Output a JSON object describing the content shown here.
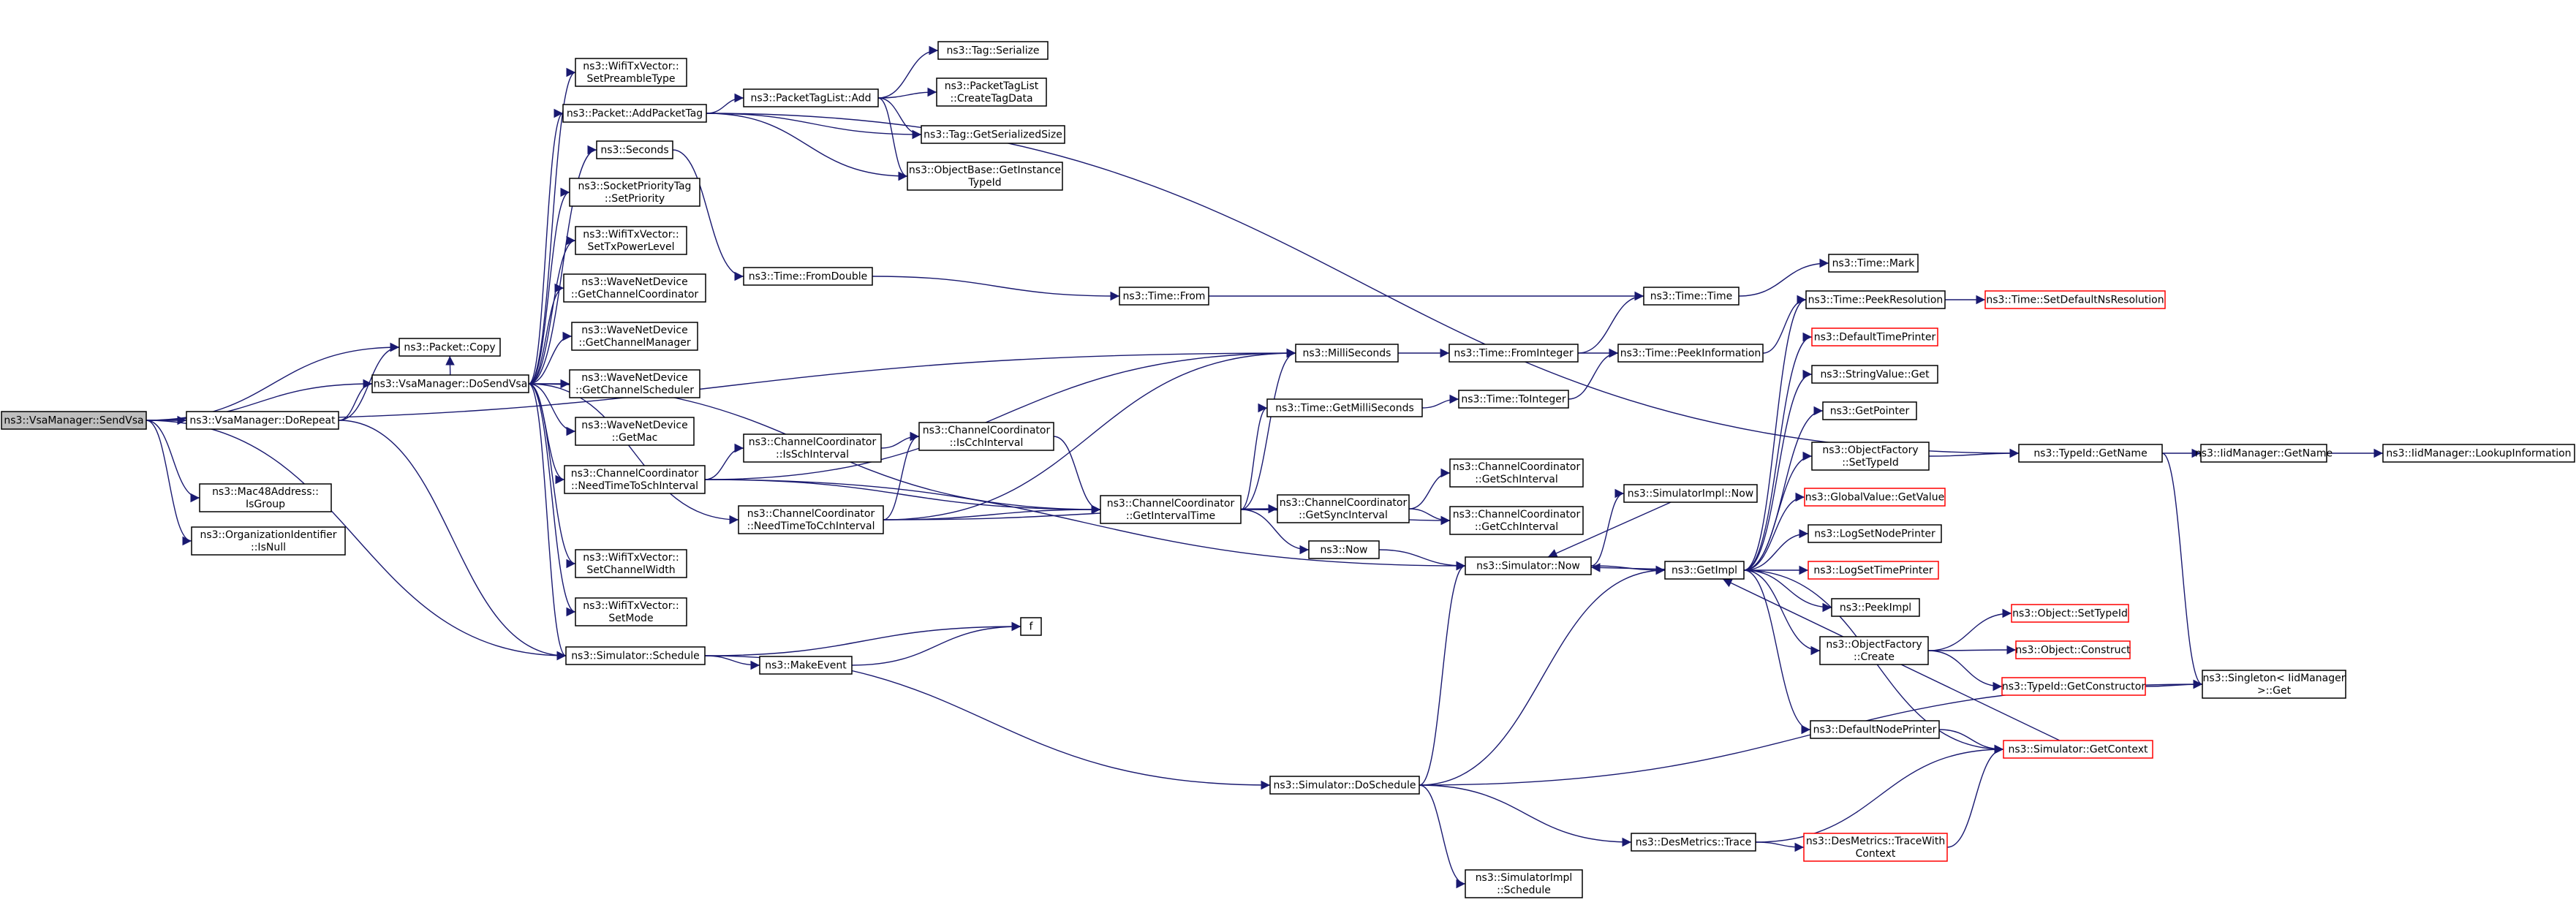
{
  "colors": {
    "edge": "#191970",
    "root_fill": "#bfbfbf",
    "node_fill": "#ffffff",
    "node_border": "#000000",
    "truncated_border": "#ff0000"
  },
  "nodes": [
    {
      "id": "sendvsa",
      "lines": [
        "ns3::VsaManager::SendVsa"
      ],
      "root": true
    },
    {
      "id": "doRepeat",
      "lines": [
        "ns3::VsaManager::DoRepeat"
      ]
    },
    {
      "id": "mac48",
      "lines": [
        "ns3::Mac48Address::",
        "IsGroup"
      ]
    },
    {
      "id": "orgnull",
      "lines": [
        "ns3::OrganizationIdentifier",
        "::IsNull"
      ]
    },
    {
      "id": "pktcopy",
      "lines": [
        "ns3::Packet::Copy"
      ]
    },
    {
      "id": "dosendvsa",
      "lines": [
        "ns3::VsaManager::DoSendVsa"
      ]
    },
    {
      "id": "schedule",
      "lines": [
        "ns3::Simulator::Schedule"
      ]
    },
    {
      "id": "preamble",
      "lines": [
        "ns3::WifiTxVector::",
        "SetPreambleType"
      ]
    },
    {
      "id": "addtag",
      "lines": [
        "ns3::Packet::AddPacketTag"
      ]
    },
    {
      "id": "seconds",
      "lines": [
        "ns3::Seconds"
      ]
    },
    {
      "id": "sockprio",
      "lines": [
        "ns3::SocketPriorityTag",
        "::SetPriority"
      ]
    },
    {
      "id": "txpower",
      "lines": [
        "ns3::WifiTxVector::",
        "SetTxPowerLevel"
      ]
    },
    {
      "id": "getchcoord",
      "lines": [
        "ns3::WaveNetDevice",
        "::GetChannelCoordinator"
      ]
    },
    {
      "id": "getchmgr",
      "lines": [
        "ns3::WaveNetDevice",
        "::GetChannelManager"
      ]
    },
    {
      "id": "getchsched",
      "lines": [
        "ns3::WaveNetDevice",
        "::GetChannelScheduler"
      ]
    },
    {
      "id": "getmac",
      "lines": [
        "ns3::WaveNetDevice",
        "::GetMac"
      ]
    },
    {
      "id": "needsch",
      "lines": [
        "ns3::ChannelCoordinator",
        "::NeedTimeToSchInterval"
      ]
    },
    {
      "id": "chwidth",
      "lines": [
        "ns3::WifiTxVector::",
        "SetChannelWidth"
      ]
    },
    {
      "id": "setmode",
      "lines": [
        "ns3::WifiTxVector::",
        "SetMode"
      ]
    },
    {
      "id": "ptlAdd",
      "lines": [
        "ns3::PacketTagList::Add"
      ]
    },
    {
      "id": "tagser",
      "lines": [
        "ns3::Tag::Serialize"
      ]
    },
    {
      "id": "createtag",
      "lines": [
        "ns3::PacketTagList",
        "::CreateTagData"
      ]
    },
    {
      "id": "tagsize",
      "lines": [
        "ns3::Tag::GetSerializedSize"
      ]
    },
    {
      "id": "objtype",
      "lines": [
        "ns3::ObjectBase::GetInstance",
        "TypeId"
      ]
    },
    {
      "id": "fromdouble",
      "lines": [
        "ns3::Time::FromDouble"
      ]
    },
    {
      "id": "issch",
      "lines": [
        "ns3::ChannelCoordinator",
        "::IsSchInterval"
      ]
    },
    {
      "id": "needcch",
      "lines": [
        "ns3::ChannelCoordinator",
        "::NeedTimeToCchInterval"
      ]
    },
    {
      "id": "makeevent",
      "lines": [
        "ns3::MakeEvent"
      ]
    },
    {
      "id": "f",
      "lines": [
        "f"
      ]
    },
    {
      "id": "iscch",
      "lines": [
        "ns3::ChannelCoordinator",
        "::IsCchInterval"
      ]
    },
    {
      "id": "getinterval",
      "lines": [
        "ns3::ChannelCoordinator",
        "::GetIntervalTime"
      ]
    },
    {
      "id": "timefrom",
      "lines": [
        "ns3::Time::From"
      ]
    },
    {
      "id": "millis",
      "lines": [
        "ns3::MilliSeconds"
      ]
    },
    {
      "id": "getmillis",
      "lines": [
        "ns3::Time::GetMilliSeconds"
      ]
    },
    {
      "id": "getsync",
      "lines": [
        "ns3::ChannelCoordinator",
        "::GetSyncInterval"
      ]
    },
    {
      "id": "now",
      "lines": [
        "ns3::Now"
      ]
    },
    {
      "id": "doschedule",
      "lines": [
        "ns3::Simulator::DoSchedule"
      ]
    },
    {
      "id": "getsch",
      "lines": [
        "ns3::ChannelCoordinator",
        "::GetSchInterval"
      ]
    },
    {
      "id": "getcch",
      "lines": [
        "ns3::ChannelCoordinator",
        "::GetCchInterval"
      ]
    },
    {
      "id": "frominteger",
      "lines": [
        "ns3::Time::FromInteger"
      ]
    },
    {
      "id": "tointeger",
      "lines": [
        "ns3::Time::ToInteger"
      ]
    },
    {
      "id": "timetime",
      "lines": [
        "ns3::Time::Time"
      ]
    },
    {
      "id": "peekinfo",
      "lines": [
        "ns3::Time::PeekInformation"
      ]
    },
    {
      "id": "simimplnow",
      "lines": [
        "ns3::SimulatorImpl::Now"
      ]
    },
    {
      "id": "simnow",
      "lines": [
        "ns3::Simulator::Now"
      ]
    },
    {
      "id": "desmtrace",
      "lines": [
        "ns3::DesMetrics::Trace"
      ]
    },
    {
      "id": "simimplsched",
      "lines": [
        "ns3::SimulatorImpl",
        "::Schedule"
      ]
    },
    {
      "id": "timemark",
      "lines": [
        "ns3::Time::Mark"
      ]
    },
    {
      "id": "peekres",
      "lines": [
        "ns3::Time::PeekResolution"
      ]
    },
    {
      "id": "getimpl",
      "lines": [
        "ns3::GetImpl"
      ]
    },
    {
      "id": "tracewith",
      "lines": [
        "ns3::DesMetrics::TraceWith",
        "Context"
      ],
      "truncated": true
    },
    {
      "id": "setdefres",
      "lines": [
        "ns3::Time::SetDefaultNsResolution"
      ],
      "truncated": true
    },
    {
      "id": "deftimeprinter",
      "lines": [
        "ns3::DefaultTimePrinter"
      ],
      "truncated": true
    },
    {
      "id": "strget",
      "lines": [
        "ns3::StringValue::Get"
      ]
    },
    {
      "id": "getpointer",
      "lines": [
        "ns3::GetPointer"
      ]
    },
    {
      "id": "ofsettype",
      "lines": [
        "ns3::ObjectFactory",
        "::SetTypeId"
      ]
    },
    {
      "id": "gvgetvalue",
      "lines": [
        "ns3::GlobalValue::GetValue"
      ],
      "truncated": true
    },
    {
      "id": "logsetnode",
      "lines": [
        "ns3::LogSetNodePrinter"
      ]
    },
    {
      "id": "logsettime",
      "lines": [
        "ns3::LogSetTimePrinter"
      ],
      "truncated": true
    },
    {
      "id": "peekimpl",
      "lines": [
        "ns3::PeekImpl"
      ]
    },
    {
      "id": "ofcreate",
      "lines": [
        "ns3::ObjectFactory",
        "::Create"
      ]
    },
    {
      "id": "defnodeprinter",
      "lines": [
        "ns3::DefaultNodePrinter"
      ]
    },
    {
      "id": "simgetctx",
      "lines": [
        "ns3::Simulator::GetContext"
      ],
      "truncated": true
    },
    {
      "id": "typeidname",
      "lines": [
        "ns3::TypeId::GetName"
      ]
    },
    {
      "id": "objsettype",
      "lines": [
        "ns3::Object::SetTypeId"
      ],
      "truncated": true
    },
    {
      "id": "objconstruct",
      "lines": [
        "ns3::Object::Construct"
      ],
      "truncated": true
    },
    {
      "id": "typeidctor",
      "lines": [
        "ns3::TypeId::GetConstructor"
      ],
      "truncated": true
    },
    {
      "id": "iidgetname",
      "lines": [
        "ns3::IidManager::GetName"
      ]
    },
    {
      "id": "singleton",
      "lines": [
        "ns3::Singleton< IidManager",
        " >::Get"
      ]
    },
    {
      "id": "iidlookup",
      "lines": [
        "ns3::IidManager::LookupInformation"
      ]
    }
  ],
  "edges": [
    [
      "sendvsa",
      "doRepeat"
    ],
    [
      "sendvsa",
      "mac48"
    ],
    [
      "sendvsa",
      "orgnull"
    ],
    [
      "sendvsa",
      "pktcopy"
    ],
    [
      "sendvsa",
      "dosendvsa"
    ],
    [
      "sendvsa",
      "schedule"
    ],
    [
      "sendvsa",
      "millis"
    ],
    [
      "doRepeat",
      "pktcopy"
    ],
    [
      "doRepeat",
      "dosendvsa"
    ],
    [
      "doRepeat",
      "schedule"
    ],
    [
      "dosendvsa",
      "preamble"
    ],
    [
      "dosendvsa",
      "addtag"
    ],
    [
      "dosendvsa",
      "seconds"
    ],
    [
      "dosendvsa",
      "sockprio"
    ],
    [
      "dosendvsa",
      "txpower"
    ],
    [
      "dosendvsa",
      "getchcoord"
    ],
    [
      "dosendvsa",
      "getchmgr"
    ],
    [
      "dosendvsa",
      "getchsched"
    ],
    [
      "dosendvsa",
      "getmac"
    ],
    [
      "dosendvsa",
      "needsch"
    ],
    [
      "dosendvsa",
      "needcch"
    ],
    [
      "dosendvsa",
      "chwidth"
    ],
    [
      "dosendvsa",
      "setmode"
    ],
    [
      "dosendvsa",
      "schedule"
    ],
    [
      "dosendvsa",
      "getinterval"
    ],
    [
      "dosendvsa",
      "pktcopy"
    ],
    [
      "addtag",
      "ptlAdd"
    ],
    [
      "addtag",
      "tagsize"
    ],
    [
      "addtag",
      "objtype"
    ],
    [
      "addtag",
      "typeidname"
    ],
    [
      "ptlAdd",
      "tagser"
    ],
    [
      "ptlAdd",
      "createtag"
    ],
    [
      "ptlAdd",
      "tagsize"
    ],
    [
      "ptlAdd",
      "objtype"
    ],
    [
      "seconds",
      "fromdouble"
    ],
    [
      "fromdouble",
      "timefrom"
    ],
    [
      "timefrom",
      "timetime"
    ],
    [
      "needsch",
      "issch"
    ],
    [
      "needsch",
      "getinterval"
    ],
    [
      "needsch",
      "millis"
    ],
    [
      "needsch",
      "simnow"
    ],
    [
      "issch",
      "iscch"
    ],
    [
      "iscch",
      "getinterval"
    ],
    [
      "needcch",
      "iscch"
    ],
    [
      "needcch",
      "getinterval"
    ],
    [
      "needcch",
      "getsync"
    ],
    [
      "needcch",
      "millis"
    ],
    [
      "getinterval",
      "millis"
    ],
    [
      "getinterval",
      "getmillis"
    ],
    [
      "getinterval",
      "getsync"
    ],
    [
      "getinterval",
      "now"
    ],
    [
      "getinterval",
      "getcch"
    ],
    [
      "getsync",
      "getsch"
    ],
    [
      "getsync",
      "getcch"
    ],
    [
      "schedule",
      "makeevent"
    ],
    [
      "schedule",
      "f"
    ],
    [
      "schedule",
      "doschedule"
    ],
    [
      "makeevent",
      "f"
    ],
    [
      "millis",
      "frominteger"
    ],
    [
      "frominteger",
      "timetime"
    ],
    [
      "frominteger",
      "peekinfo"
    ],
    [
      "getmillis",
      "tointeger"
    ],
    [
      "tointeger",
      "peekinfo"
    ],
    [
      "now",
      "simnow"
    ],
    [
      "simnow",
      "simimplnow"
    ],
    [
      "simnow",
      "getimpl"
    ],
    [
      "simimplnow",
      "simnow"
    ],
    [
      "doschedule",
      "simnow"
    ],
    [
      "doschedule",
      "getimpl"
    ],
    [
      "doschedule",
      "desmtrace"
    ],
    [
      "doschedule",
      "simimplsched"
    ],
    [
      "doschedule",
      "singleton"
    ],
    [
      "desmtrace",
      "tracewith"
    ],
    [
      "desmtrace",
      "simgetctx"
    ],
    [
      "tracewith",
      "simgetctx"
    ],
    [
      "timetime",
      "timemark"
    ],
    [
      "peekinfo",
      "peekres"
    ],
    [
      "peekres",
      "setdefres"
    ],
    [
      "getimpl",
      "deftimeprinter"
    ],
    [
      "getimpl",
      "strget"
    ],
    [
      "getimpl",
      "getpointer"
    ],
    [
      "getimpl",
      "ofsettype"
    ],
    [
      "getimpl",
      "gvgetvalue"
    ],
    [
      "getimpl",
      "logsetnode"
    ],
    [
      "getimpl",
      "logsettime"
    ],
    [
      "getimpl",
      "peekimpl"
    ],
    [
      "getimpl",
      "ofcreate"
    ],
    [
      "getimpl",
      "defnodeprinter"
    ],
    [
      "getimpl",
      "simnow"
    ],
    [
      "getimpl",
      "peekres"
    ],
    [
      "getimpl",
      "simgetctx"
    ],
    [
      "ofsettype",
      "typeidname"
    ],
    [
      "ofcreate",
      "objsettype"
    ],
    [
      "ofcreate",
      "objconstruct"
    ],
    [
      "ofcreate",
      "typeidctor"
    ],
    [
      "defnodeprinter",
      "simgetctx"
    ],
    [
      "simgetctx",
      "getimpl"
    ],
    [
      "typeidctor",
      "singleton"
    ],
    [
      "typeidname",
      "iidgetname"
    ],
    [
      "typeidname",
      "singleton"
    ],
    [
      "iidgetname",
      "iidlookup"
    ]
  ]
}
